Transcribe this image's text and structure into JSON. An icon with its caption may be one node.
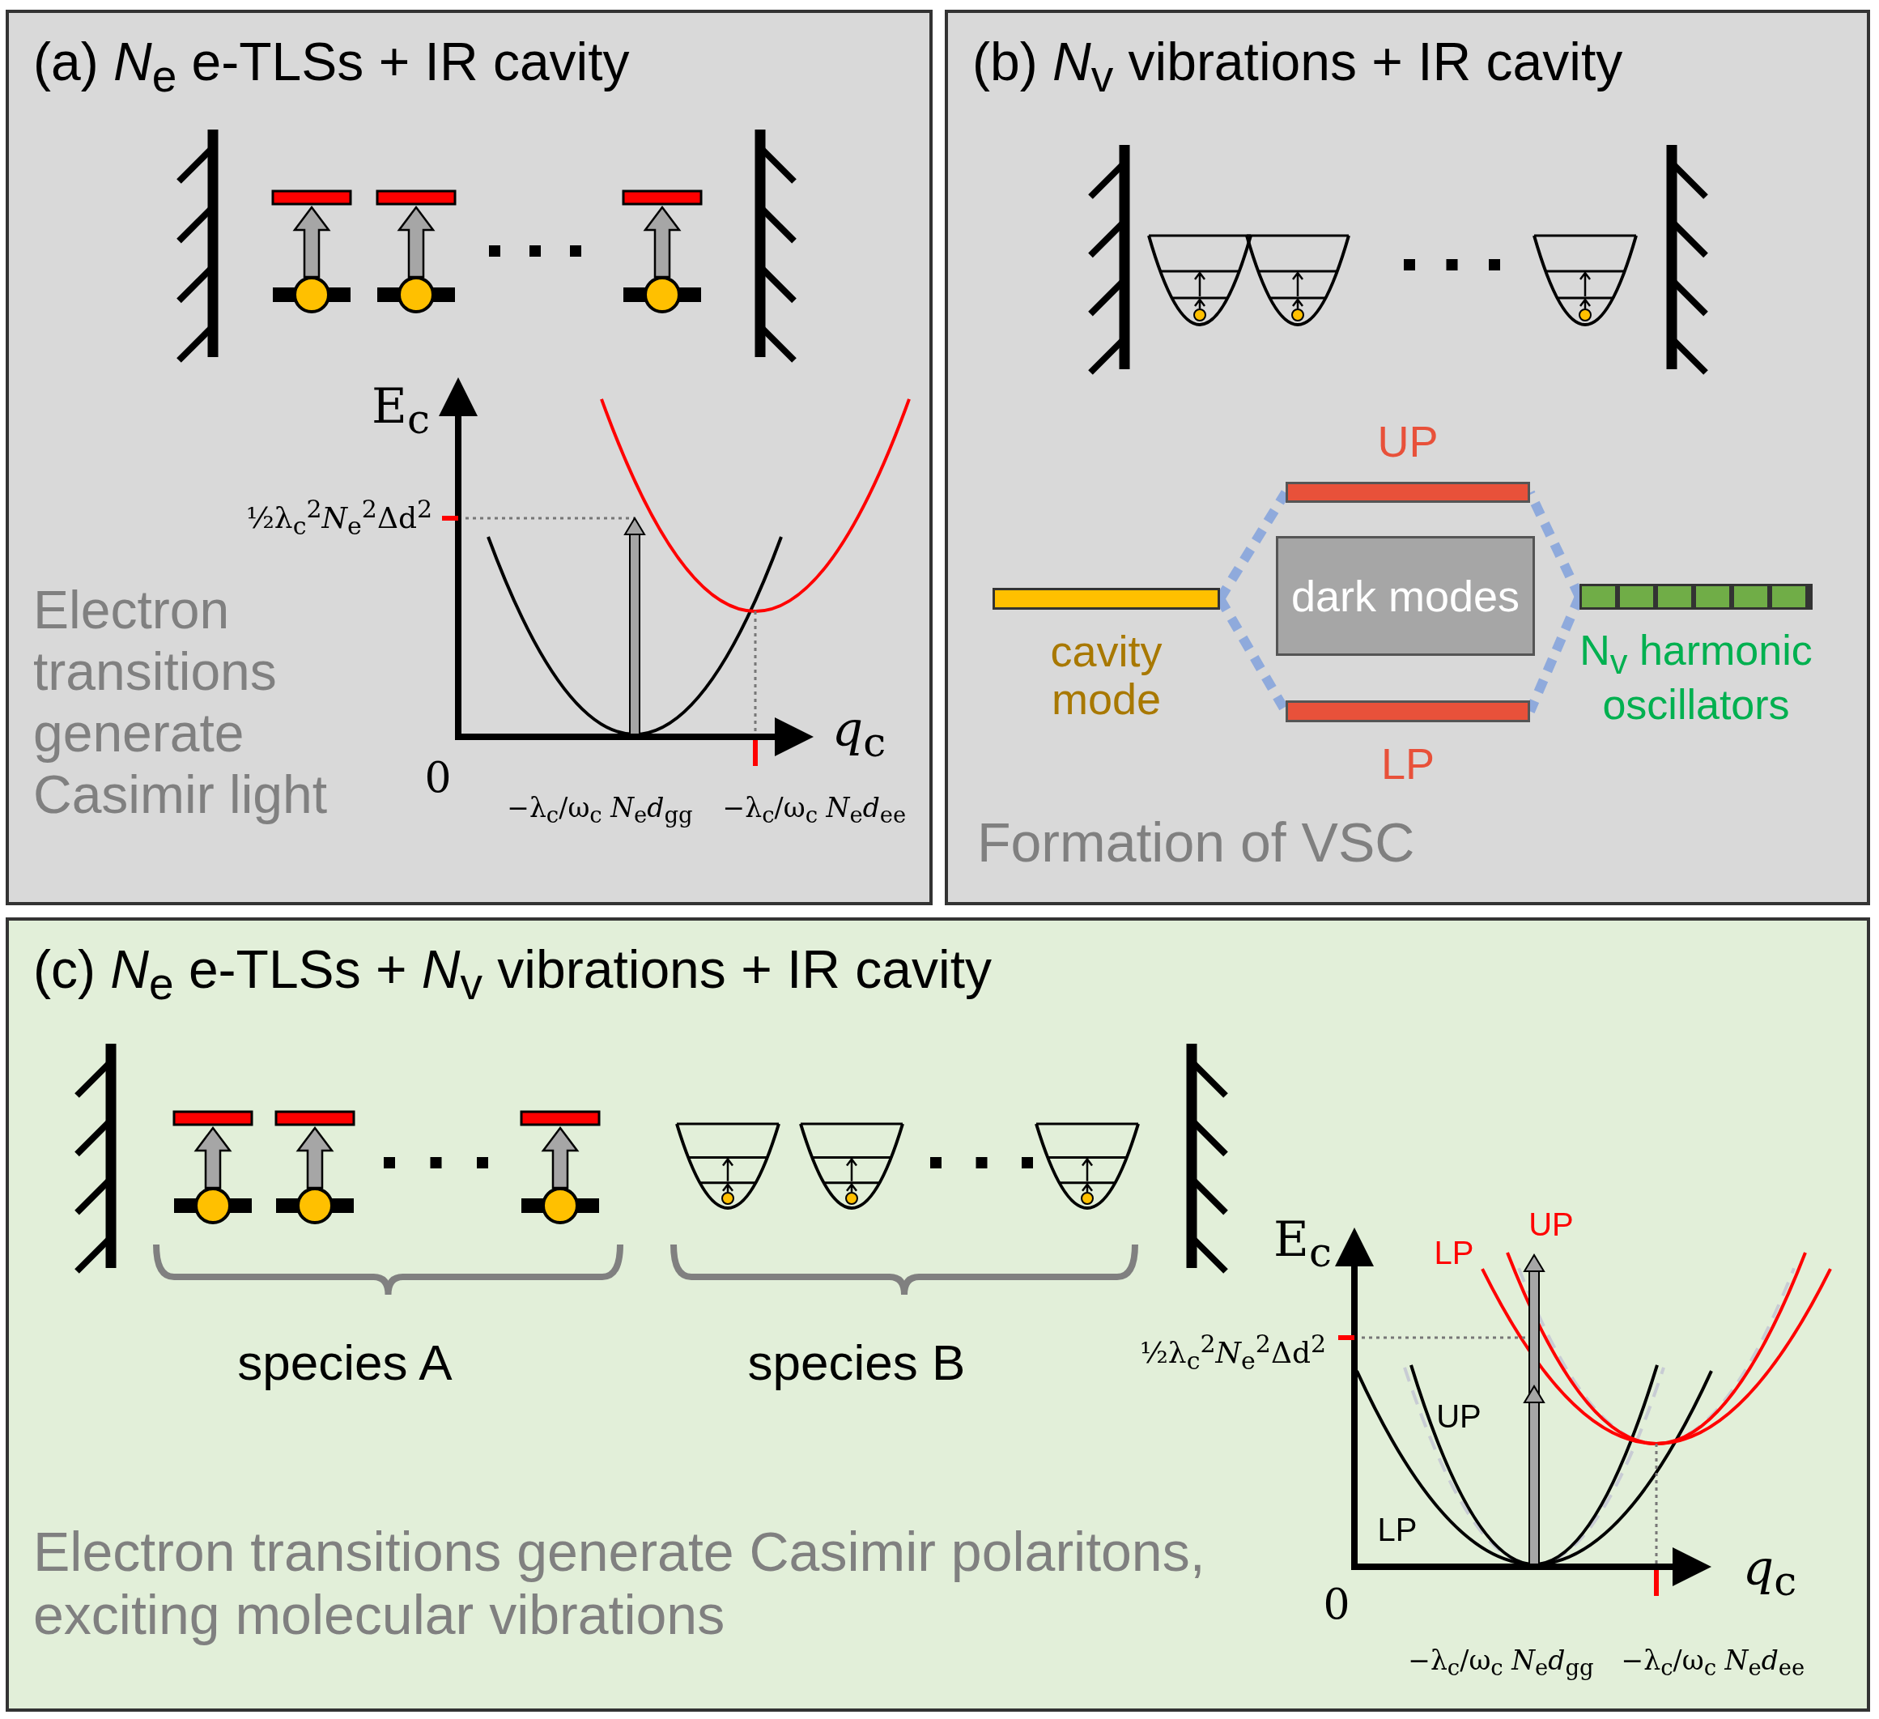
{
  "diagram": {
    "nodes": [
      {
        "text": [
          "(a) *N*$_{e}$ e-TLSs + IR cavity"
        ]
      },
      {
        "text": [
          "(b) *N*$_{v}$ vibrations + IR cavity"
        ]
      },
      {
        "text": [
          "cavity mode"
        ],
        "in": 1
      },
      {
        "text": [
          "UP"
        ],
        "in": 1
      },
      {
        "text": [
          "dark modes"
        ],
        "in": 1
      },
      {
        "text": [
          "LP"
        ],
        "in": 1
      },
      {
        "text": [
          "N$_{v}$ harmonic oscillators"
        ],
        "in": 1
      },
      {
        "text": [
          "(c) *N*$_{e}$ e-TLSs + *N*$_{v}$ vibrations + IR cavity"
        ]
      }
    ],
    "edges": [
      {
        "from": 2,
        "to": 3,
        "arrow": "none",
        "style": "dashed",
        "color": "#8faadc"
      },
      {
        "from": 2,
        "to": 5,
        "arrow": "none",
        "style": "dashed",
        "color": "#8faadc"
      },
      {
        "from": 6,
        "to": 3,
        "arrow": "none",
        "style": "dashed",
        "color": "#8faadc"
      },
      {
        "from": 6,
        "to": 5,
        "arrow": "none",
        "style": "dashed",
        "color": "#8faadc"
      }
    ],
    "labels": [
      "E$_{c}$",
      "½λ$_{c}$$^{2}$*N*$_{e}$$^{2}$Δd$^{2}$",
      "Electron transitions generate Casimir light",
      "0",
      "*q*$_{c}$",
      "−λ$_{c}$/ω$_{c}$ *N*$_{e}$*d*$_{gg}$",
      "−λ$_{c}$/ω$_{c}$ *N*$_{e}$*d*$_{ee}$",
      "Formation of VSC",
      "species A",
      "species B",
      "E$_{c}$",
      "LP",
      "UP",
      "½λ$_{c}$$^{2}$*N*$_{e}$$^{2}$Δd$^{2}$",
      "UP",
      "LP",
      "Electron transitions generate Casimir polaritons, exciting molecular vibrations",
      "0",
      "*q*$_{c}$",
      "−λ$_{c}$/ω$_{c}$ *N*$_{e}$*d*$_{gg}$",
      "−λ$_{c}$/ω$_{c}$ *N*$_{e}$*d*$_{ee}$"
    ]
  }
}
